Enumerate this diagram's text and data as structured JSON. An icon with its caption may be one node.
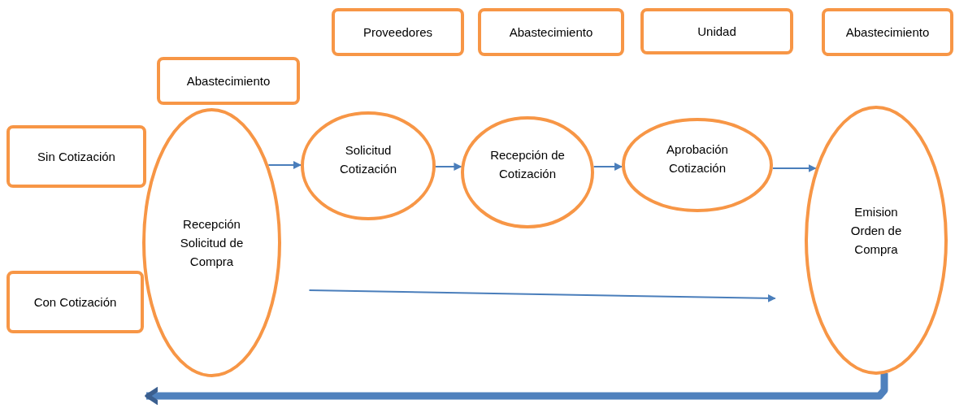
{
  "diagram": {
    "nodes": [
      {
        "text": [
          "Proveedores"
        ]
      },
      {
        "text": [
          "Abastecimiento"
        ]
      },
      {
        "text": [
          "Unidad"
        ]
      },
      {
        "text": [
          "Abastecimiento"
        ]
      },
      {
        "text": [
          "Abastecimiento"
        ]
      },
      {
        "text": [
          "Sin Cotización"
        ]
      },
      {
        "text": [
          "Recepción Solicitud de Compra"
        ]
      },
      {
        "text": [
          "Solicitud Cotización"
        ]
      },
      {
        "text": [
          "Recepción de Cotización"
        ]
      },
      {
        "text": [
          "Aprobación Cotización"
        ]
      },
      {
        "text": [
          "Emision Orden de Compra"
        ]
      },
      {
        "text": [
          "Con Cotización"
        ]
      }
    ],
    "edges": [
      {
        "from": 6,
        "to": 7,
        "arrow": "to"
      },
      {
        "from": 7,
        "to": 8,
        "arrow": "to"
      },
      {
        "from": 8,
        "to": 9,
        "arrow": "to"
      },
      {
        "from": 9,
        "to": 10,
        "arrow": "to"
      },
      {
        "from": 6,
        "to": 10,
        "arrow": "to"
      },
      {
        "from": 10,
        "to": null,
        "arrow": "to",
        "style": "thick"
      }
    ]
  }
}
